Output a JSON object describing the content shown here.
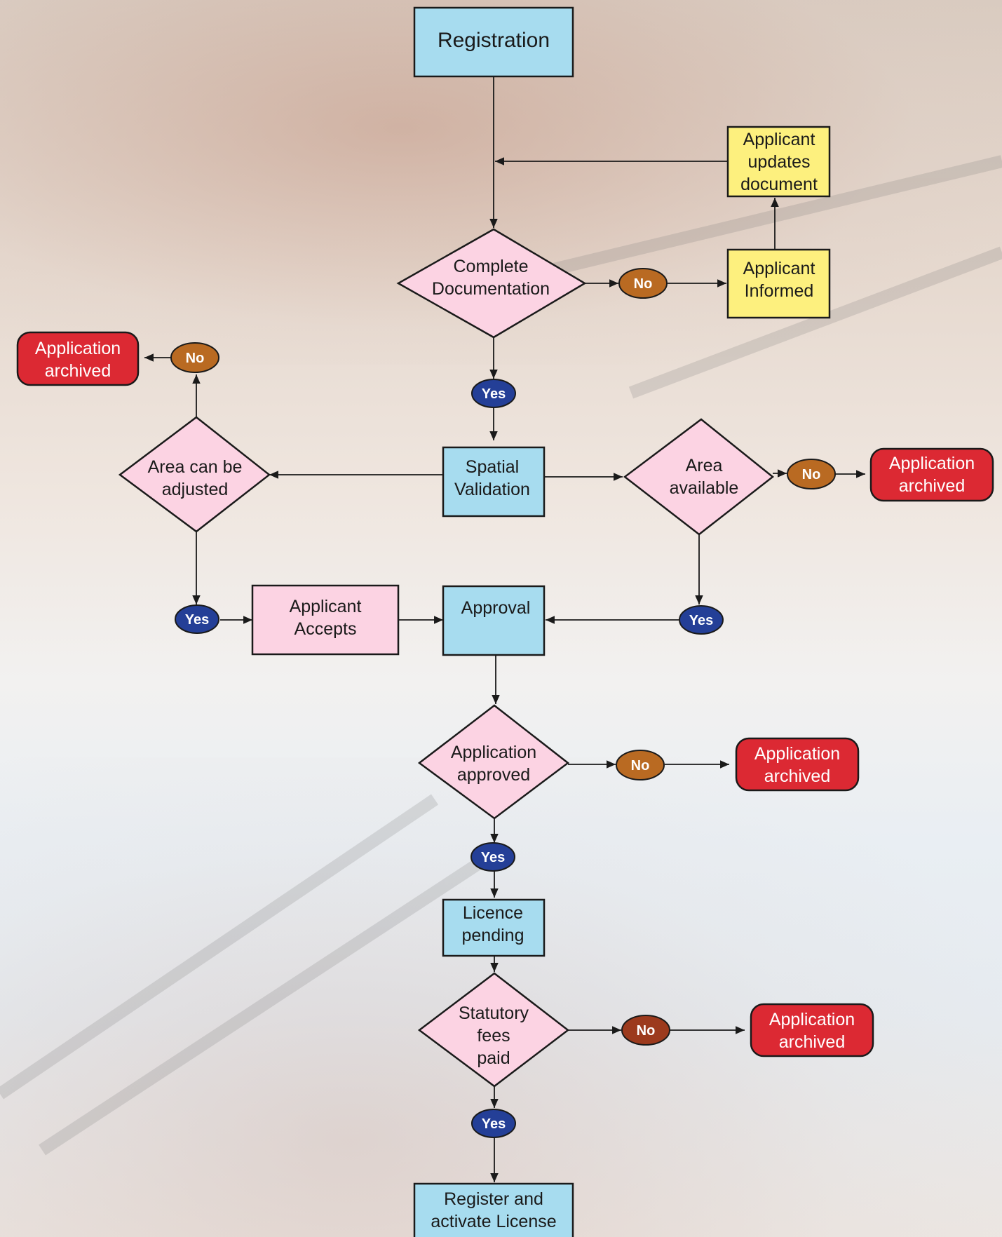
{
  "nodes": {
    "registration": "Registration",
    "updates_1": "Applicant",
    "updates_2": "updates",
    "updates_3": "document",
    "complete_1": "Complete",
    "complete_2": "Documentation",
    "informed_1": "Applicant",
    "informed_2": "Informed",
    "archived_left_1": "Application",
    "archived_left_2": "archived",
    "area_adjusted_1": "Area can be",
    "area_adjusted_2": "adjusted",
    "spatial_1": "Spatial",
    "spatial_2": "Validation",
    "area_available_1": "Area",
    "area_available_2": "available",
    "archived_right_1": "Application",
    "archived_right_2": "archived",
    "accepts_1": "Applicant",
    "accepts_2": "Accepts",
    "approval": "Approval",
    "approved_1": "Application",
    "approved_2": "approved",
    "archived_approved_1": "Application",
    "archived_approved_2": "archived",
    "licence_1": "Licence",
    "licence_2": "pending",
    "fees_1": "Statutory",
    "fees_2": "fees",
    "fees_3": "paid",
    "archived_fees_1": "Application",
    "archived_fees_2": "archived",
    "register_1": "Register and",
    "register_2": "activate License"
  },
  "badges": {
    "no": "No",
    "yes": "Yes"
  },
  "colors": {
    "process_blue": "#a7dcef",
    "decision_pink": "#fcd3e3",
    "applicant_yellow": "#fdf07e",
    "archived_red": "#dc2933",
    "badge_no": "#b96a22",
    "badge_no_dark": "#9c3a1d",
    "badge_yes": "#243f97",
    "stroke": "#1a1a1a"
  }
}
